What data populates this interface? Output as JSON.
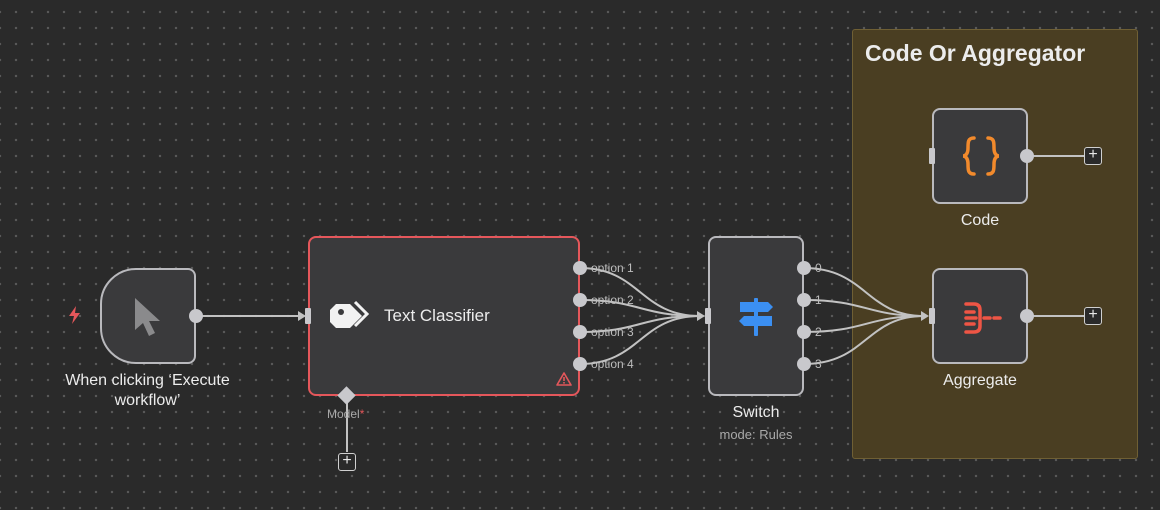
{
  "sticky": {
    "title": "Code Or Aggregator",
    "color": "#4a3e22"
  },
  "nodes": {
    "trigger": {
      "label_line1": "When clicking ‘Execute",
      "label_line2": "workflow’",
      "icon": "cursor-icon"
    },
    "classifier": {
      "title": "Text Classifier",
      "icon": "tags-icon",
      "outputs": [
        "option 1",
        "option 2",
        "option 3",
        "option 4"
      ],
      "sub_input": {
        "label": "Model",
        "required_mark": "*"
      },
      "status": "warning"
    },
    "switch": {
      "label": "Switch",
      "subtitle": "mode: Rules",
      "icon": "signpost-icon",
      "outputs": [
        "0",
        "1",
        "2",
        "3"
      ]
    },
    "code": {
      "label": "Code",
      "icon": "braces-icon"
    },
    "aggregate": {
      "label": "Aggregate",
      "icon": "aggregate-icon"
    }
  },
  "add_button_label": "+",
  "colors": {
    "error": "#e5575b",
    "code_icon": "#f28a2c",
    "switch_icon": "#3b8ff2",
    "aggregate_icon": "#ee5545",
    "connection": "#c2c2c2"
  }
}
